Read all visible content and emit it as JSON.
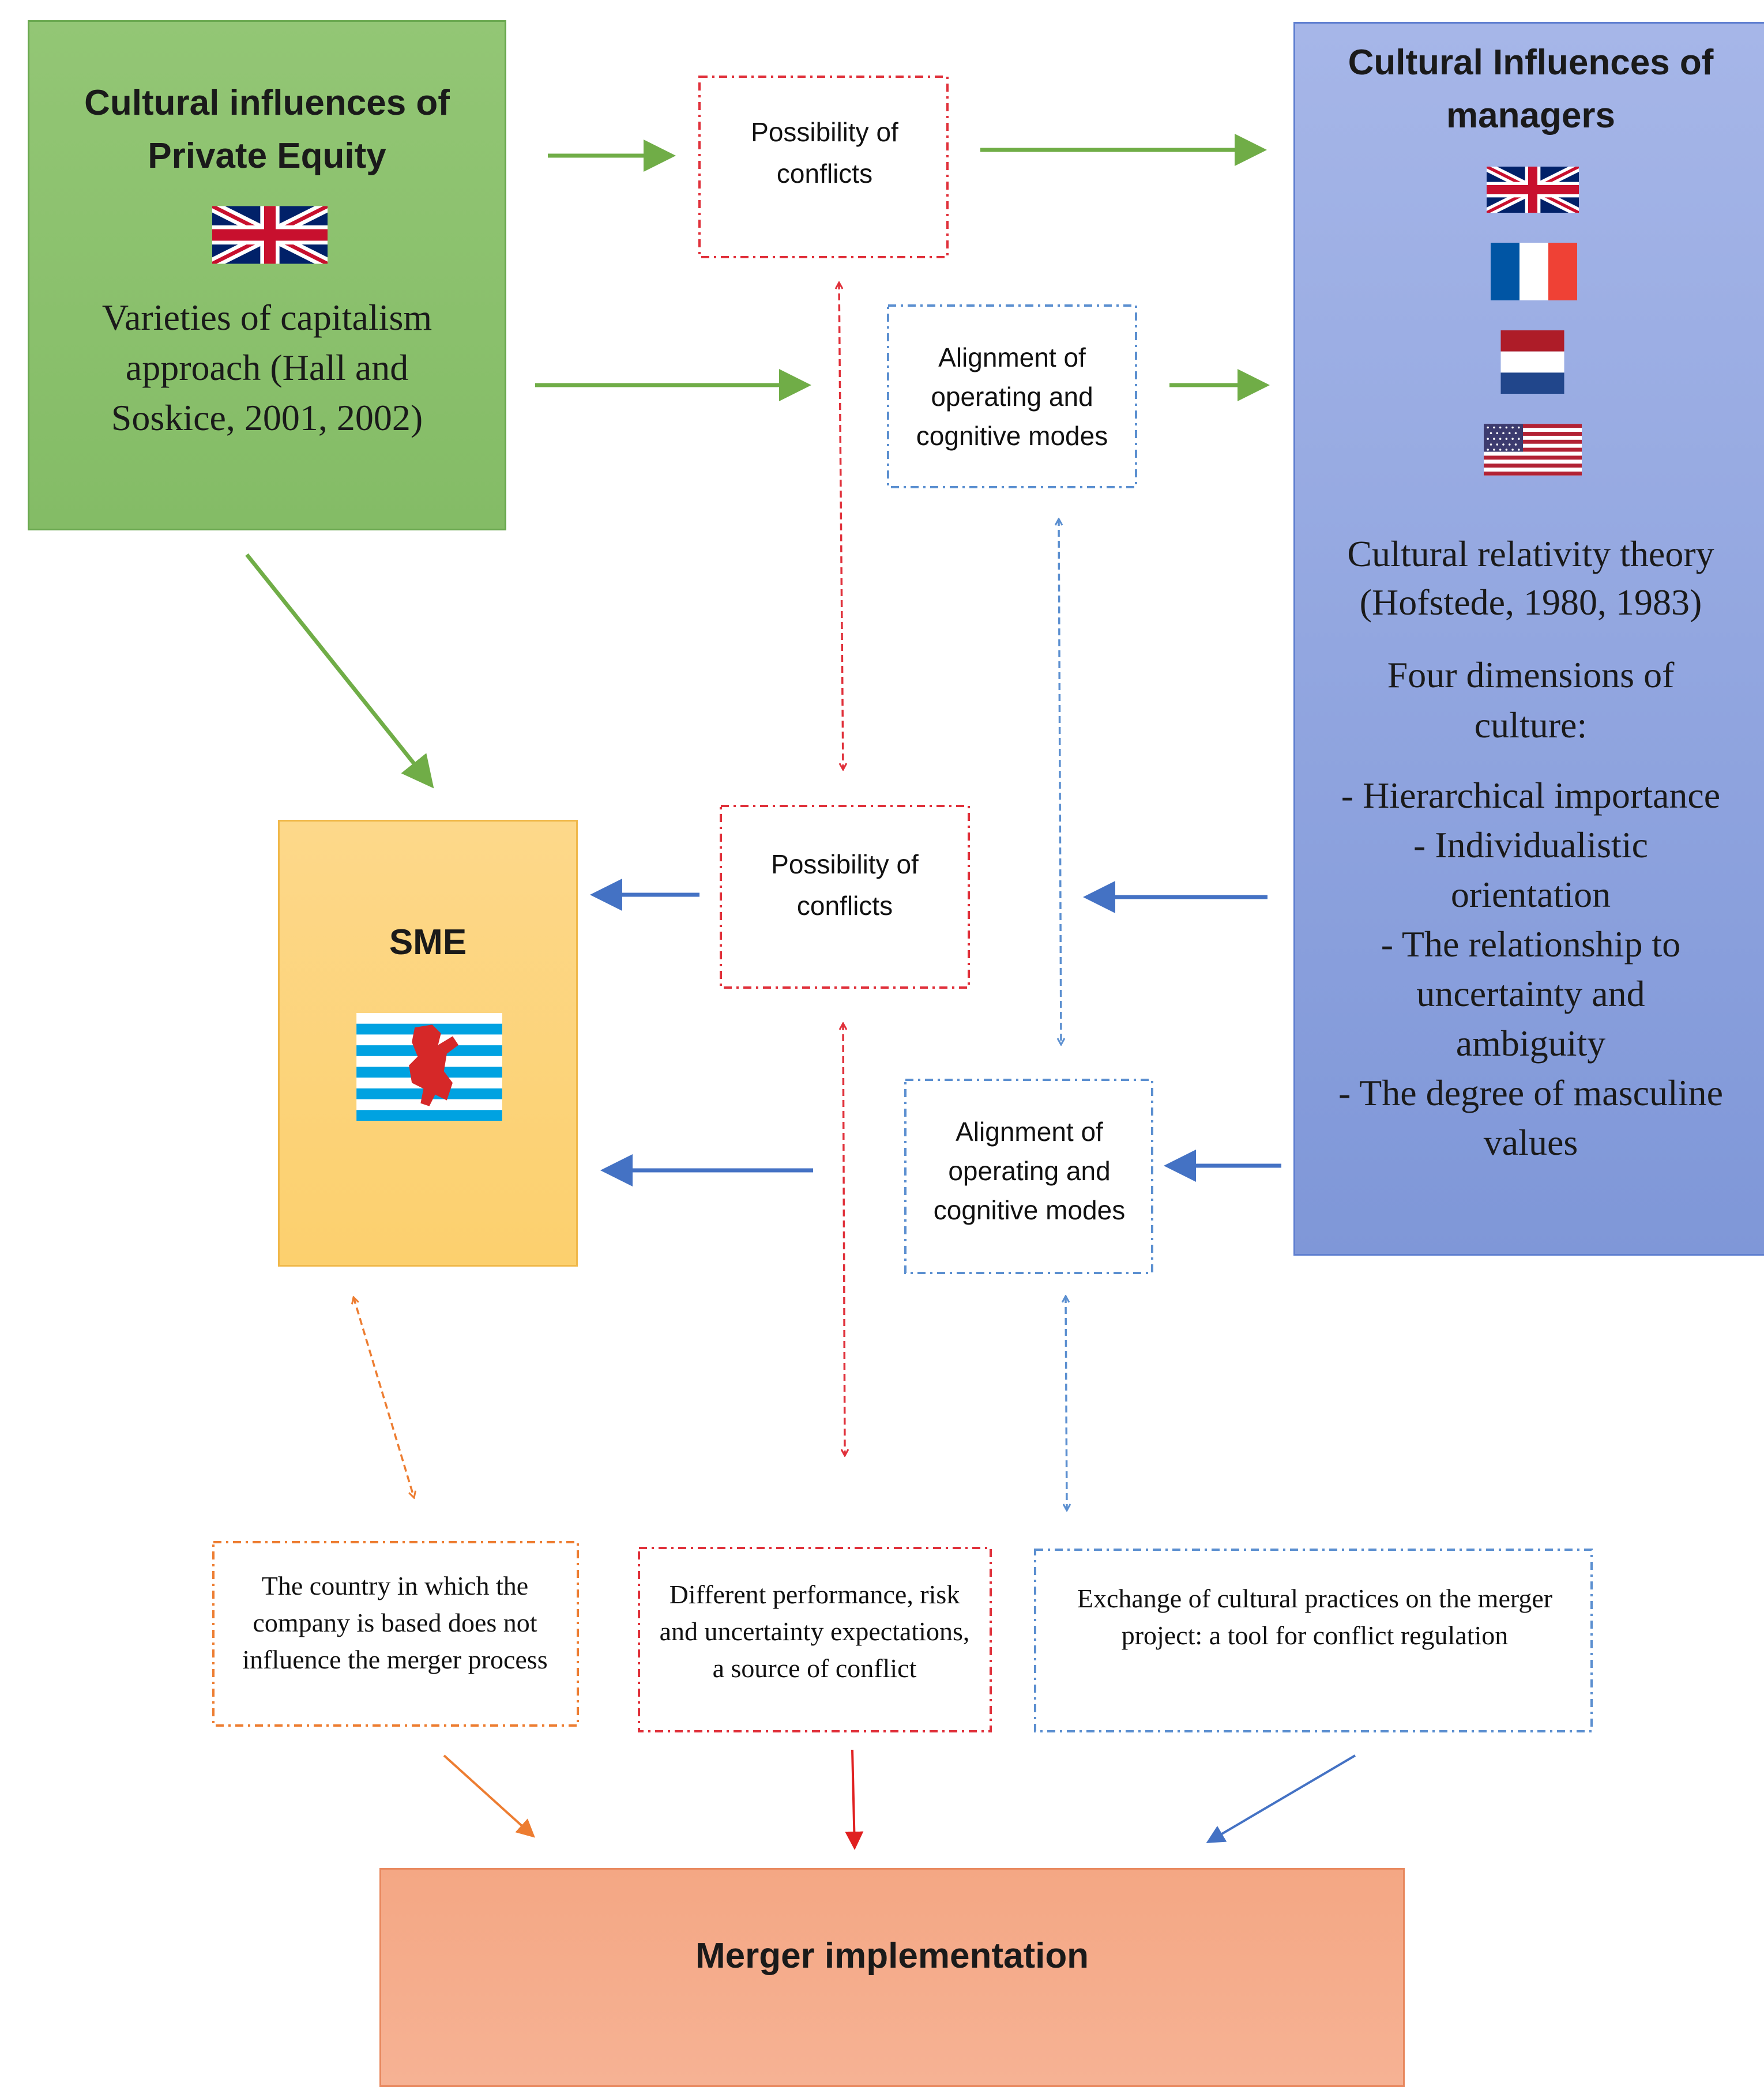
{
  "pe": {
    "title": "Cultural influences of Private Equity",
    "subtitle": "Varieties of capitalism approach (Hall and Soskice, 2001, 2002)",
    "color": "#8cc16e"
  },
  "managers": {
    "title": "Cultural Influences of managers",
    "theory": "Cultural relativity theory (Hofstede, 1980, 1983)",
    "dims_heading": "Four dimensions of culture:",
    "dims": [
      "- Hierarchical importance",
      "- Individualistic orientation",
      "- The relationship to uncertainty and ambiguity",
      "- The degree of masculine values"
    ],
    "color": "#8ea3de"
  },
  "sme": {
    "title": "SME",
    "color": "#fdd57e"
  },
  "middle": {
    "conflict_top": "Possibility of conflicts",
    "align_top": "Alignment of operating and cognitive modes",
    "conflict_mid": "Possibility of conflicts",
    "align_mid": "Alignment of operating and cognitive modes"
  },
  "bottom": {
    "country": "The country in which the company is based does not influence the merger process",
    "performance": "Different performance, risk and uncertainty expectations, a source of conflict",
    "exchange": "Exchange of cultural practices on the merger project: a tool for conflict regulation"
  },
  "merger": {
    "title": "Merger implementation",
    "color": "#f4a882"
  },
  "flags": [
    "uk-flag-icon",
    "france-flag-icon",
    "netherlands-flag-icon",
    "usa-flag-icon",
    "luxembourg-flag-icon"
  ],
  "colors": {
    "green_arrow": "#70ad47",
    "blue_arrow": "#4472c4",
    "red_dash": "#e0303a",
    "orange_dash": "#ed7d31",
    "blue_dash": "#5b8fd0"
  }
}
